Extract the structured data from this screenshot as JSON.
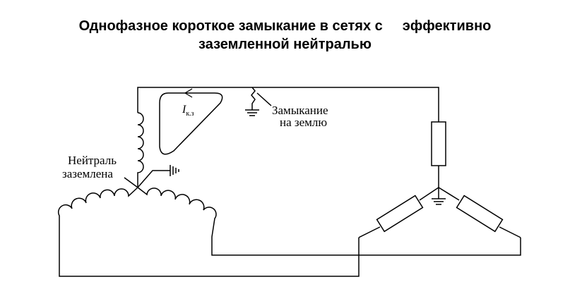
{
  "title": {
    "line1_left": "Однофазное короткое замыкание в сетях с",
    "line1_right": "эффективно",
    "line2": "заземленной нейтралью"
  },
  "labels": {
    "current_symbol": "I",
    "current_subscript": "к.з",
    "fault_line1": "Замыкание",
    "fault_line2": "на землю",
    "neutral_line1": "Нейтраль",
    "neutral_line2": "заземлена"
  }
}
